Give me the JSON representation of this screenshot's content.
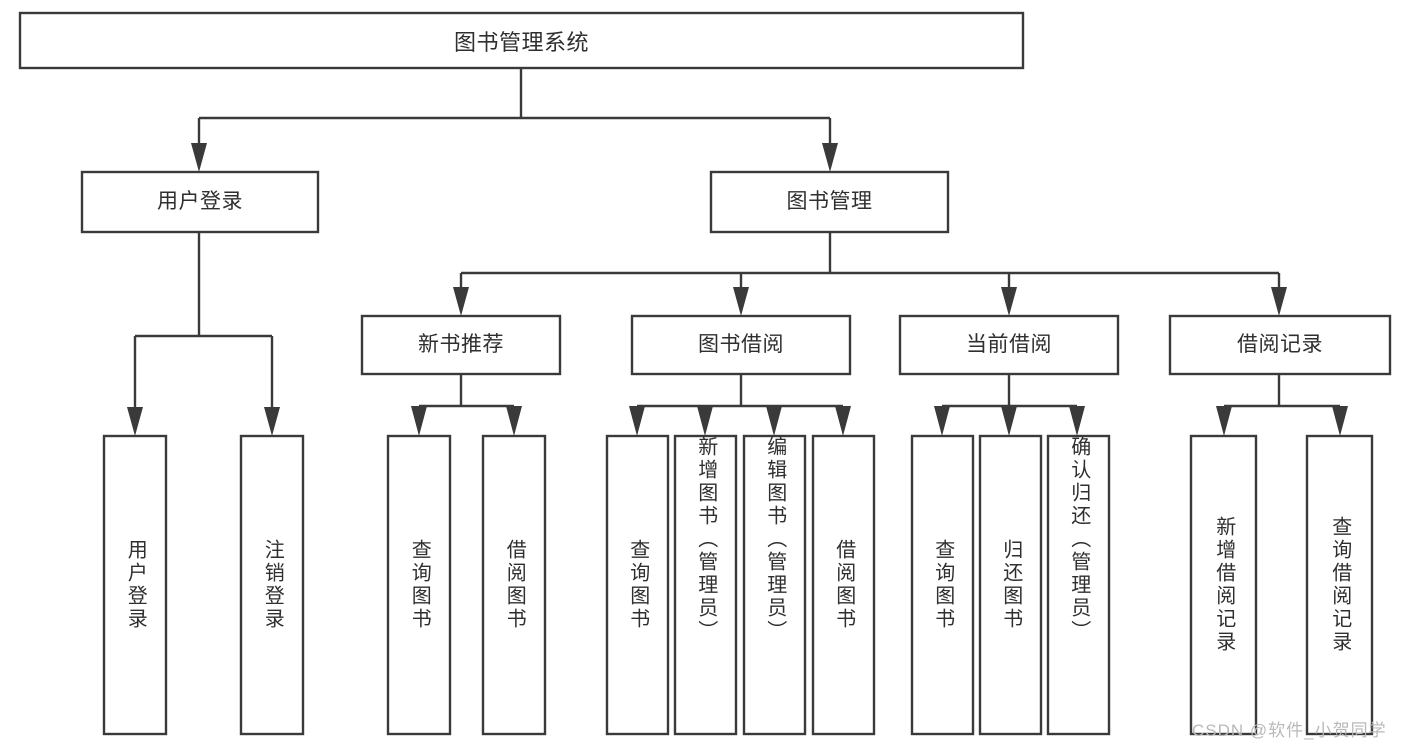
{
  "diagram": {
    "title": "图书管理系统",
    "type": "tree-hierarchy-diagram",
    "orientation": "top-down",
    "colors": {
      "background": "#ffffff",
      "box_stroke": "#3a3a3a",
      "box_fill": "#ffffff",
      "text": "#2f2f2f",
      "watermark": "#b9b9b9"
    },
    "root": {
      "label": "图书管理系统"
    },
    "level2": [
      {
        "label": "用户登录"
      },
      {
        "label": "图书管理"
      }
    ],
    "level3": [
      {
        "label": "新书推荐"
      },
      {
        "label": "图书借阅"
      },
      {
        "label": "当前借阅"
      },
      {
        "label": "借阅记录"
      }
    ],
    "leaves": {
      "user_login": [
        {
          "label": "用户登录"
        },
        {
          "label": "注销登录"
        }
      ],
      "new_book_recommend": [
        {
          "label": "查询图书"
        },
        {
          "label": "借阅图书"
        }
      ],
      "book_borrow": [
        {
          "label": "查询图书"
        },
        {
          "label": "新增图书（管理员）"
        },
        {
          "label": "编辑图书（管理员）"
        },
        {
          "label": "借阅图书"
        }
      ],
      "current_borrow": [
        {
          "label": "查询图书"
        },
        {
          "label": "归还图书"
        },
        {
          "label": "确认归还（管理员）"
        }
      ],
      "borrow_record": [
        {
          "label": "新增借阅记录"
        },
        {
          "label": "查询借阅记录"
        }
      ]
    }
  },
  "watermark": {
    "text": "CSDN @软件_小贺同学"
  }
}
